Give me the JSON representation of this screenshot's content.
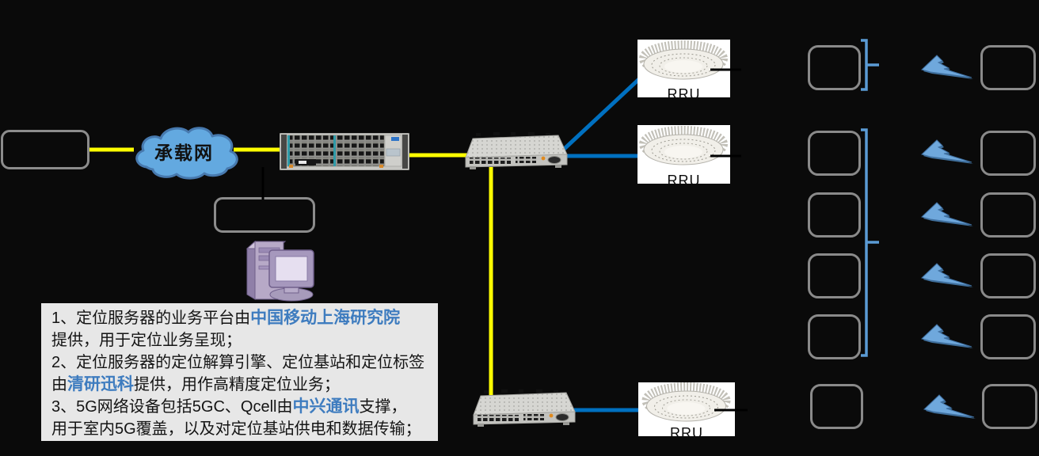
{
  "diagram": {
    "cloud": {
      "label": "承载网"
    },
    "rru_label": "RRU",
    "notes": {
      "l1a": "1、定位服务器的业务平台由",
      "l1b": "中国移动上海研究院",
      "l2": "提供，用于定位业务呈现；",
      "l3": "2、定位服务器的定位解算引擎、定位基站和定位标签",
      "l4a": "由",
      "l4b": "清研迅科",
      "l4c": "提供，用作高精度定位业务；",
      "l5a": "3、5G网络设备包括5GC、Qcell由",
      "l5b": "中兴通讯",
      "l5c": "支撑，",
      "l6": "用于室内5G覆盖，以及对定位基站供电和数据传输；"
    },
    "colors": {
      "background": "#0A0A0A",
      "cable_yellow": "#FFFF00",
      "fiber_blue": "#0070C0",
      "bracket_blue": "#5B9BD5",
      "bolt_blue": "#6FA8DC",
      "highlight_blue": "#3E7CBF",
      "note_bg": "#E7E7E7",
      "box_border": "#8C8C8C",
      "cloud_fill": "#63A9E0"
    },
    "icons": {
      "cloud": "cloud-shape",
      "lightning": "lightning-bolt-icon",
      "bracket": "group-bracket",
      "rru": "ceiling-antenna-unit",
      "rack": "core-network-rack",
      "switch": "qcell-hub-switch",
      "computer": "desktop-server"
    }
  }
}
